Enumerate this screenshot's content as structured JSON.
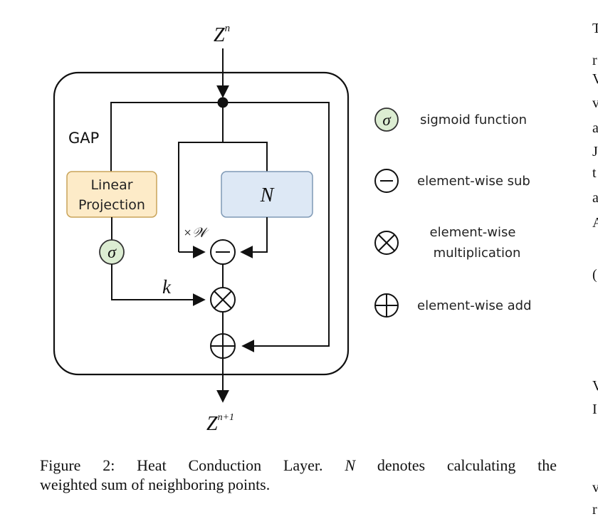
{
  "diagram": {
    "input_label_base": "Z",
    "input_label_sup": "n",
    "output_label_base": "Z",
    "output_label_sup": "n+1",
    "gap_label": "GAP",
    "linear_projection_line1": "Linear",
    "linear_projection_line2": "Projection",
    "sigma_symbol": "σ",
    "n_box_label": "N",
    "weight_label": "×𝒲",
    "k_label": "k",
    "colors": {
      "linear_projection_fill": "#fdebc8",
      "linear_projection_stroke": "#c9a45a",
      "n_box_fill": "#dde8f5",
      "n_box_stroke": "#7f99b5",
      "sigma_fill": "#dcedd2",
      "sigma_stroke": "#333333",
      "line": "#111111"
    }
  },
  "legend": {
    "items": [
      {
        "symbol": "sigma",
        "label": "sigmoid function"
      },
      {
        "symbol": "minus",
        "label": "element-wise sub"
      },
      {
        "symbol": "times",
        "label_line1": "element-wise",
        "label_line2": "multiplication"
      },
      {
        "symbol": "plus",
        "label": "element-wise add"
      }
    ]
  },
  "caption": {
    "line1_prefix": "Figure 2:  Heat Conduction Layer.  ",
    "line1_symbol": "N",
    "line1_suffix": " denotes calculating the",
    "line2": "weighted sum of neighboring points."
  },
  "margin_fragments": [
    "T",
    "r",
    "V",
    "v",
    "a",
    "J",
    "t",
    "a",
    "A",
    "(",
    "V",
    "I",
    "v",
    "r"
  ]
}
